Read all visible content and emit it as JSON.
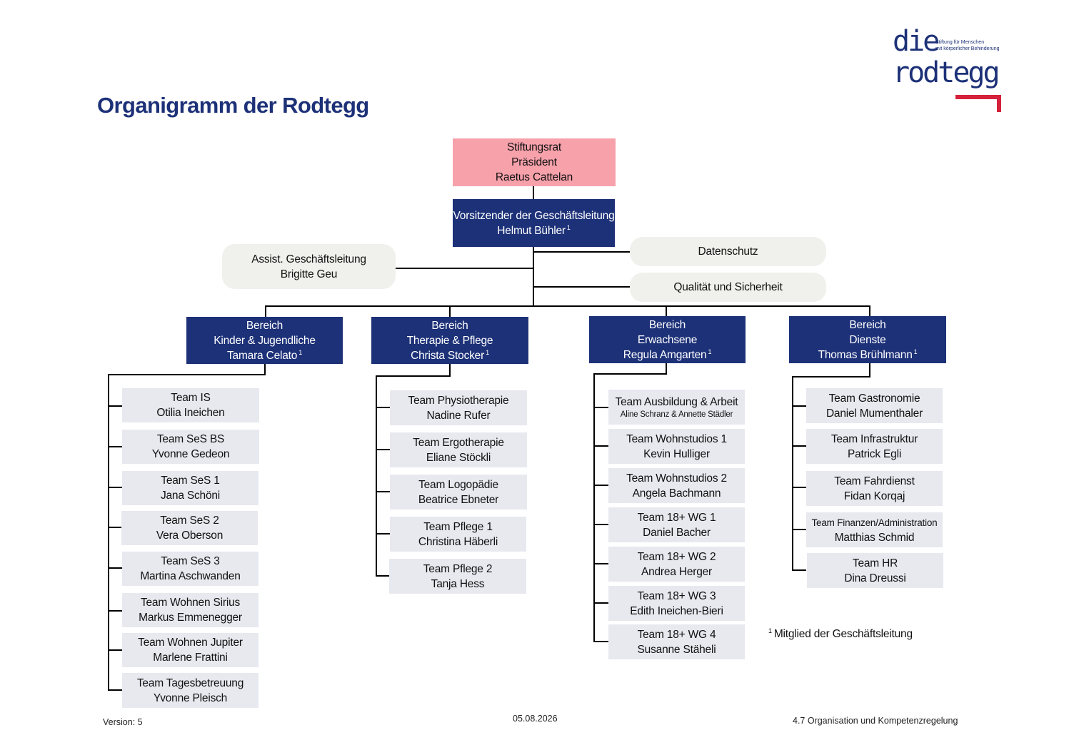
{
  "logo": {
    "die": "die",
    "rodtegg": "rodtegg",
    "tagline1": "Stiftung für Menschen",
    "tagline2": "mit körperlicher Behinderung"
  },
  "title": "Organigramm der Rodtegg",
  "top": {
    "stiftungsrat": [
      "Stiftungsrat",
      "Präsident",
      "Raetus Cattelan"
    ],
    "ceo": [
      "Vorsitzender der Geschäftsleitung",
      "Helmut Bühler"
    ],
    "assist": [
      "Assist. Geschäftsleitung",
      "Brigitte Geu"
    ],
    "datenschutz": "Datenschutz",
    "qualitaet": "Qualität und Sicherheit"
  },
  "bereiche": [
    {
      "l1": "Bereich",
      "l2": "Kinder & Jugendliche",
      "l3": "Tamara Celato"
    },
    {
      "l1": "Bereich",
      "l2": "Therapie & Pflege",
      "l3": "Christa Stocker"
    },
    {
      "l1": "Bereich",
      "l2": "Erwachsene",
      "l3": "Regula Amgarten"
    },
    {
      "l1": "Bereich",
      "l2": "Dienste",
      "l3": "Thomas Brühlmann"
    }
  ],
  "footnote_mark": "1",
  "teams_kinder": [
    {
      "name": "Team IS",
      "lead": "Otilia Ineichen"
    },
    {
      "name": "Team SeS BS",
      "lead": "Yvonne Gedeon"
    },
    {
      "name": "Team SeS 1",
      "lead": "Jana Schöni"
    },
    {
      "name": "Team SeS 2",
      "lead": "Vera Oberson"
    },
    {
      "name": "Team SeS 3",
      "lead": "Martina Aschwanden"
    },
    {
      "name": "Team Wohnen Sirius",
      "lead": "Markus Emmenegger"
    },
    {
      "name": "Team Wohnen Jupiter",
      "lead": "Marlene Frattini"
    },
    {
      "name": "Team Tagesbetreuung",
      "lead": "Yvonne Pleisch"
    }
  ],
  "teams_therapie": [
    {
      "name": "Team Physiotherapie",
      "lead": "Nadine Rufer"
    },
    {
      "name": "Team Ergotherapie",
      "lead": "Eliane Stöckli"
    },
    {
      "name": "Team Logopädie",
      "lead": "Beatrice Ebneter"
    },
    {
      "name": "Team Pflege 1",
      "lead": "Christina Häberli"
    },
    {
      "name": "Team Pflege 2",
      "lead": "Tanja Hess"
    }
  ],
  "teams_erwachsene": [
    {
      "name": "Team Ausbildung & Arbeit",
      "lead": "Aline Schranz & Annette Städler"
    },
    {
      "name": "Team Wohnstudios 1",
      "lead": "Kevin Hulliger"
    },
    {
      "name": "Team Wohnstudios 2",
      "lead": "Angela Bachmann"
    },
    {
      "name": "Team 18+ WG 1",
      "lead": "Daniel Bacher"
    },
    {
      "name": "Team 18+ WG 2",
      "lead": "Andrea Herger"
    },
    {
      "name": "Team 18+ WG 3",
      "lead": "Edith Ineichen-Bieri"
    },
    {
      "name": "Team 18+ WG 4",
      "lead": "Susanne Stäheli"
    }
  ],
  "teams_dienste": [
    {
      "name": "Team Gastronomie",
      "lead": "Daniel Mumenthaler"
    },
    {
      "name": "Team Infrastruktur",
      "lead": "Patrick Egli"
    },
    {
      "name": "Team Fahrdienst",
      "lead": "Fidan Korqaj"
    },
    {
      "name": "Team Finanzen/Administration",
      "lead": "Matthias Schmid"
    },
    {
      "name": "Team HR",
      "lead": "Dina Dreussi"
    }
  ],
  "note": {
    "mark": "1",
    "text": "Mitglied der Geschäftsleitung"
  },
  "footer": {
    "version": "Version: 5",
    "date": "05.08.2026",
    "section": "4.7 Organisation und Kompetenzregelung"
  },
  "colors": {
    "navy": "#1d3178",
    "pink": "#f7a1ab",
    "grey": "#e8e9ef",
    "logo_red": "#d5213b"
  }
}
